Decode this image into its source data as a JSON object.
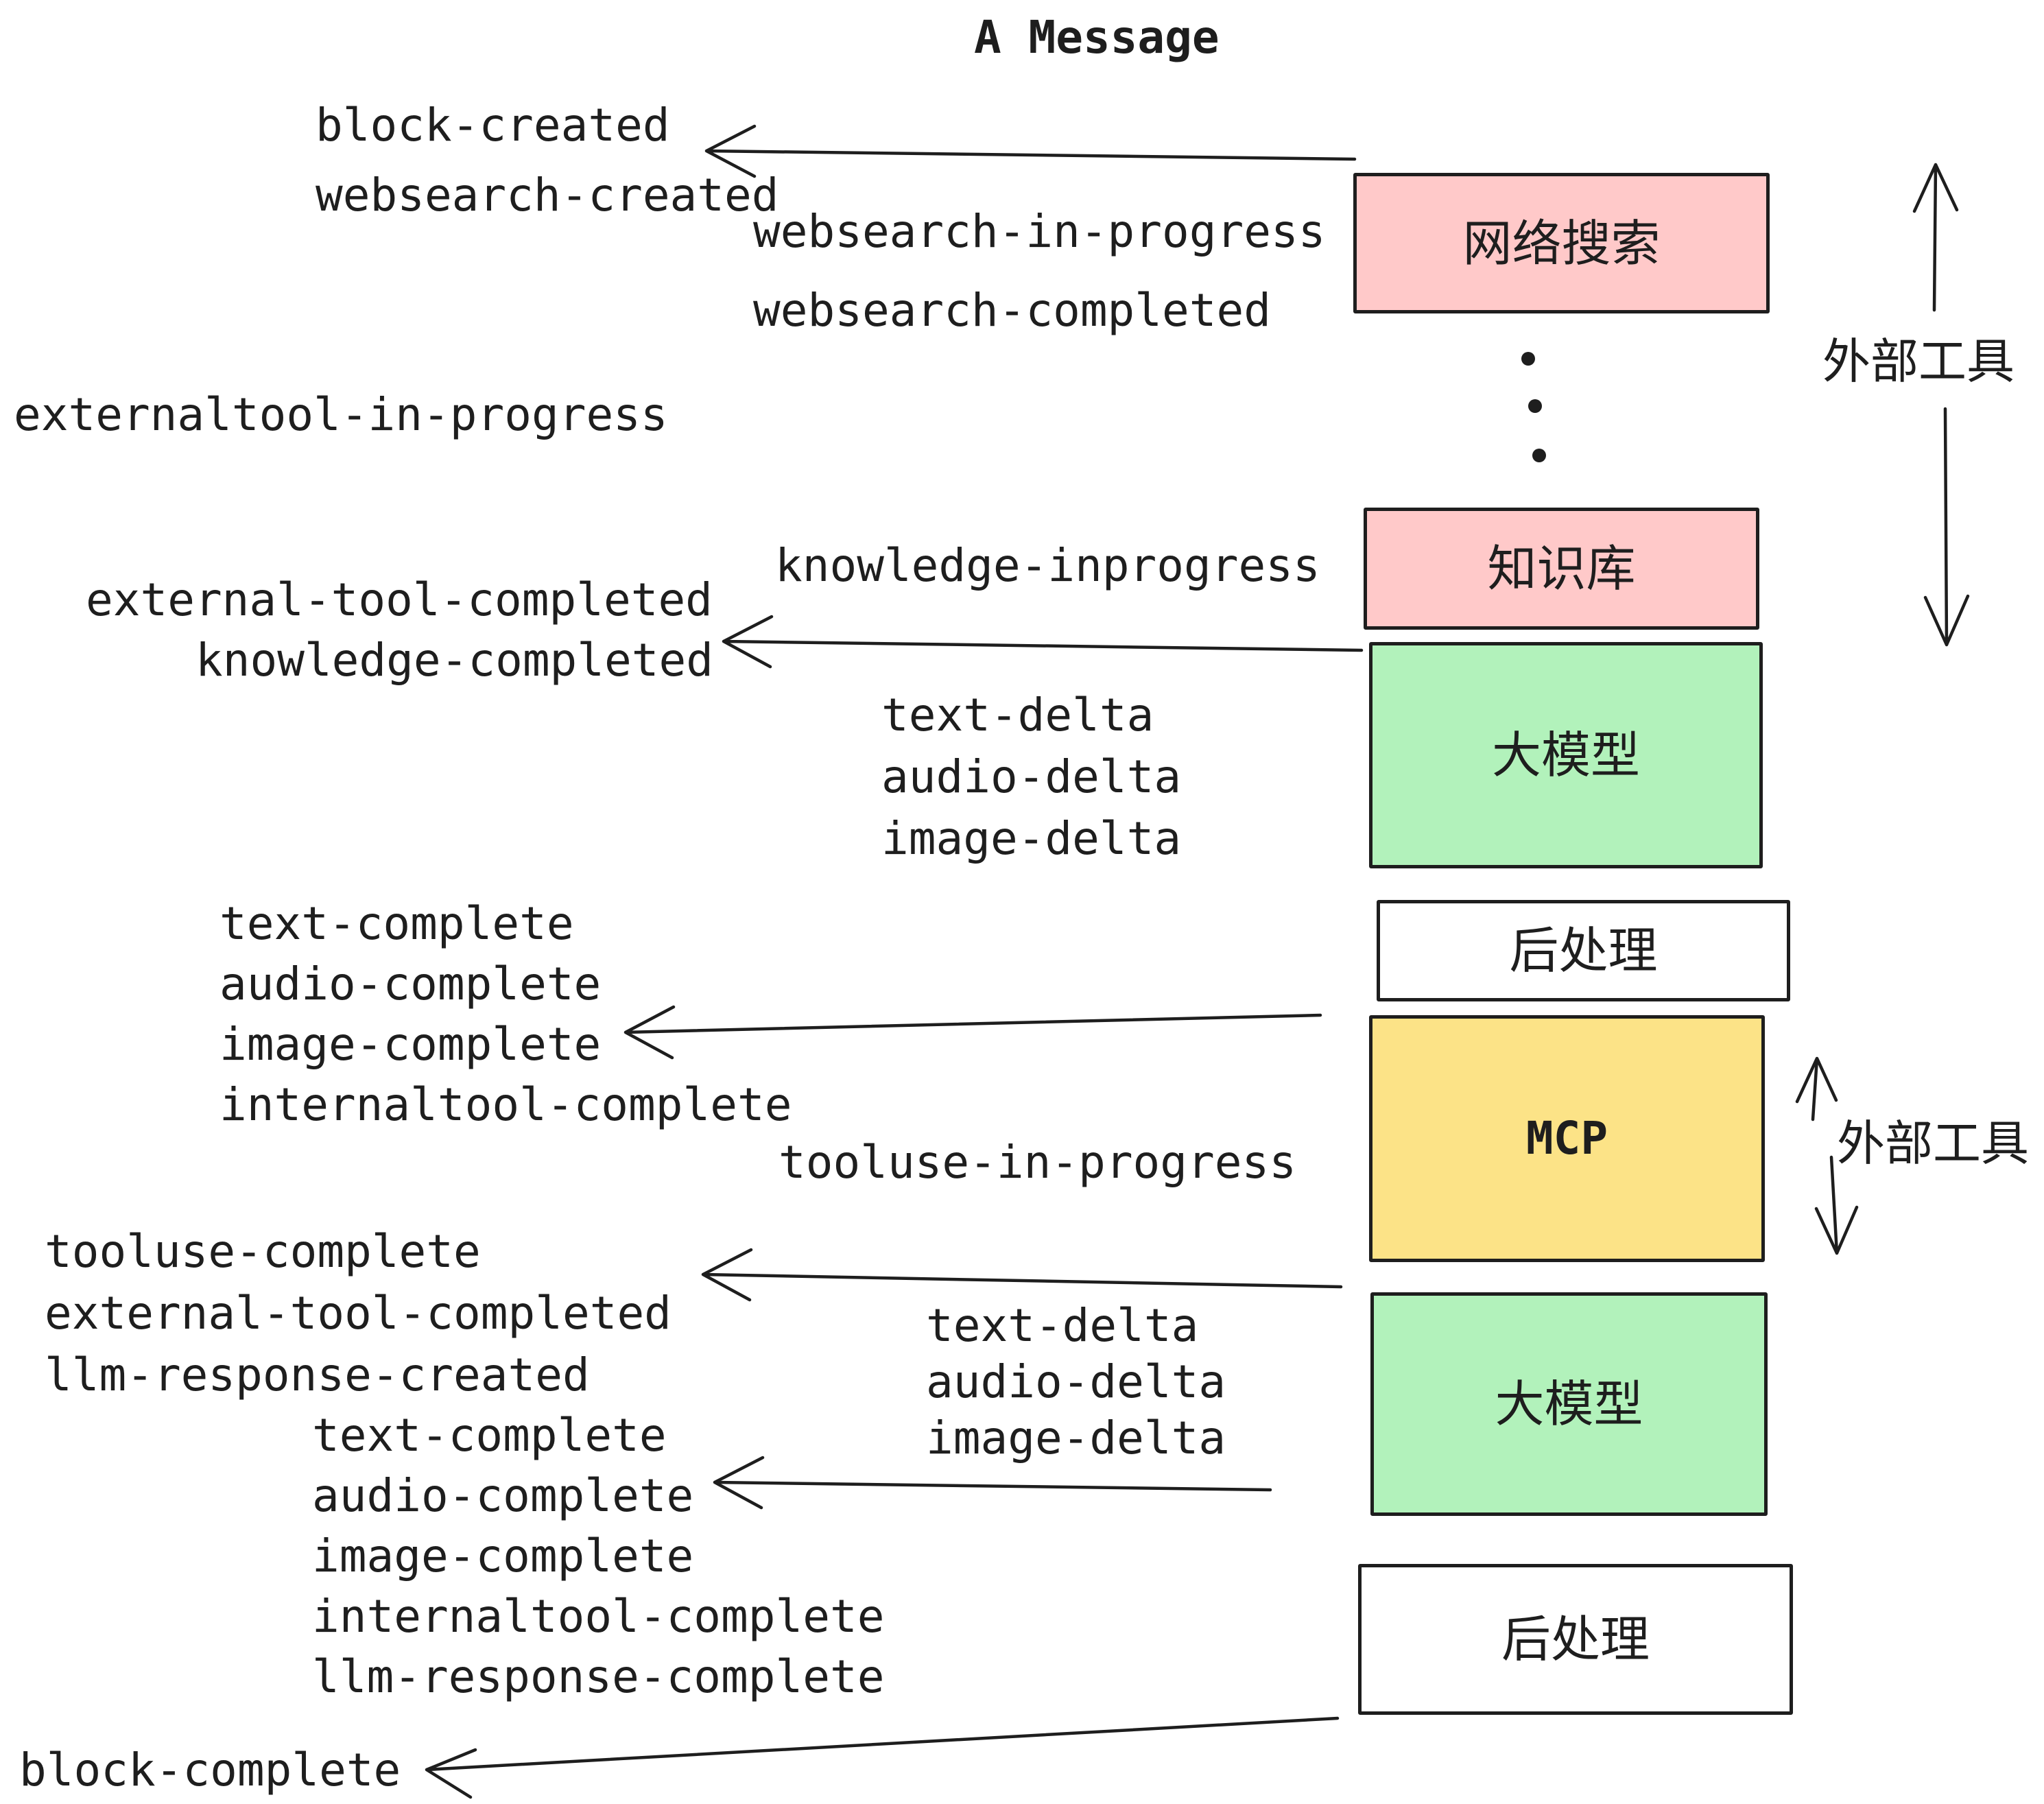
{
  "title": "A Message",
  "colors": {
    "box_pink": "#ffc9c9",
    "box_green": "#b2f2bb",
    "box_yellow": "#fce387",
    "box_white": "#ffffff",
    "stroke": "#1e1e1e",
    "text": "#1e1e1e"
  },
  "boxes": [
    {
      "id": "websearch",
      "label": "网络搜索",
      "color": "#ffc9c9"
    },
    {
      "id": "knowledge",
      "label": "知识库",
      "color": "#ffc9c9"
    },
    {
      "id": "llm-1",
      "label": "大模型",
      "color": "#b2f2bb"
    },
    {
      "id": "postprocess-1",
      "label": "后处理",
      "color": "#ffffff"
    },
    {
      "id": "mcp",
      "label": "MCP",
      "color": "#fce387"
    },
    {
      "id": "llm-2",
      "label": "大模型",
      "color": "#b2f2bb"
    },
    {
      "id": "postprocess-2",
      "label": "后处理",
      "color": "#ffffff"
    }
  ],
  "side_labels": {
    "external_tools_top": "外部工具",
    "external_tools_bottom": "外部工具"
  },
  "events": {
    "block_created": "block-created",
    "websearch_created": "websearch-created",
    "websearch_in_progress": "websearch-in-progress",
    "websearch_completed": "websearch-completed",
    "externaltool_in_progress": "externaltool-in-progress",
    "knowledge_inprogress": "knowledge-inprogress",
    "external_tool_completed_1": "external-tool-completed",
    "knowledge_completed": "knowledge-completed",
    "text_delta_1": "text-delta",
    "audio_delta_1": "audio-delta",
    "image_delta_1": "image-delta",
    "text_complete_1": "text-complete",
    "audio_complete_1": "audio-complete",
    "image_complete_1": "image-complete",
    "internaltool_complete_1": "internaltool-complete",
    "tooluse_in_progress": "tooluse-in-progress",
    "tooluse_complete": "tooluse-complete",
    "external_tool_completed_2": "external-tool-completed",
    "llm_response_created": "llm-response-created",
    "text_delta_2": "text-delta",
    "audio_delta_2": "audio-delta",
    "image_delta_2": "image-delta",
    "text_complete_2": "text-complete",
    "audio_complete_2": "audio-complete",
    "image_complete_2": "image-complete",
    "internaltool_complete_2": "internaltool-complete",
    "llm_response_complete": "llm-response-complete",
    "block_complete": "block-complete"
  }
}
